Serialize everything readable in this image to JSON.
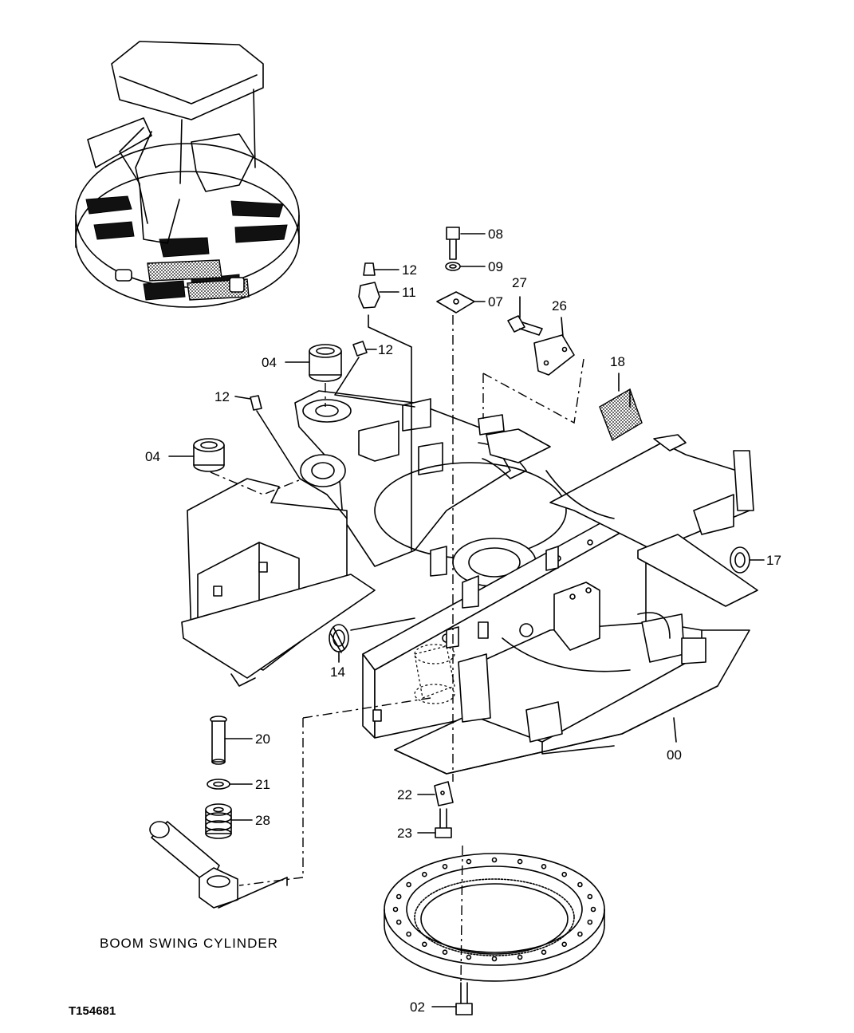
{
  "figure_id": "T154681",
  "caption": "BOOM SWING CYLINDER",
  "parts": [
    {
      "id": "00"
    },
    {
      "id": "02"
    },
    {
      "id": "04"
    },
    {
      "id": "04"
    },
    {
      "id": "07"
    },
    {
      "id": "08"
    },
    {
      "id": "09"
    },
    {
      "id": "11"
    },
    {
      "id": "12"
    },
    {
      "id": "12"
    },
    {
      "id": "12"
    },
    {
      "id": "14"
    },
    {
      "id": "17"
    },
    {
      "id": "18"
    },
    {
      "id": "20"
    },
    {
      "id": "21"
    },
    {
      "id": "22"
    },
    {
      "id": "23"
    },
    {
      "id": "26"
    },
    {
      "id": "27"
    },
    {
      "id": "28"
    }
  ]
}
